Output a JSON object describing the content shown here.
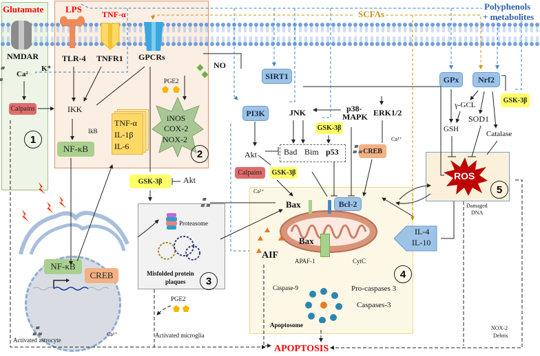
{
  "title": "Neuroinflammation, oxidative stress and apoptosis pathways modulated by polyphenols and SCFAs",
  "ligands": {
    "glutamate": "Glutamate",
    "lps": "LPS",
    "tnf_alpha": "TNF-α",
    "scfas": "SCFAs",
    "polyphenols_line1": "Polyphenols",
    "polyphenols_line2": "+ metabolites"
  },
  "receptors": {
    "nmdar": "NMDAR",
    "tlr4": "TLR-4",
    "tnfr1": "TNFR1",
    "gpcrs": "GPCRs"
  },
  "ions": {
    "k": "K⁺",
    "ca": "Ca²",
    "ca2plus": "Ca²⁺"
  },
  "panel1": {
    "calpains": "Calpains",
    "number": "1"
  },
  "panel2": {
    "ikk": "IKK",
    "ikb": "IkB",
    "nfkb": "NF-κB",
    "cytokines": [
      "TNF-α",
      "IL-1β",
      "IL-6"
    ],
    "enzymes": [
      "iNOS",
      "COX-2",
      "NOX-2"
    ],
    "pge2": "PGE2",
    "number": "2"
  },
  "no_label": "NO",
  "gsk3b": "GSK-3β",
  "akt": "Akt",
  "nucleus": {
    "nfkb": "NF-κB",
    "creb": "CREB"
  },
  "panel3": {
    "proteasome": "Proteasome",
    "plaques_line1": "Misfolded protein",
    "plaques_line2": "plaques",
    "number": "3"
  },
  "astrocyte_label": "Activated astrocyte",
  "microglia_label": "Activated microglia",
  "pge2_bottom": "PGE2",
  "signaling": {
    "sirt1": "SIRT1",
    "pi3k": "PI3K",
    "jnk": "JNK",
    "p38_line1": "p38-",
    "p38_line2": "MAPK",
    "erk": "ERK1/2",
    "akt": "Akt",
    "bad": "Bad",
    "bim": "Bim",
    "p53": "p53",
    "creb": "CREB",
    "calpains": "Calpains",
    "gsk3b": "GSK-3β"
  },
  "antioxidant": {
    "gpx": "GPx",
    "nrf2": "Nrf2",
    "gsk3b": "GSK-3β",
    "ggcl": "γ-GCL",
    "gsh": "GSH",
    "sod1": "SOD1",
    "catalase": "Catalase",
    "ros": "ROS",
    "number": "5",
    "damaged_line1": "Damaged",
    "damaged_line2": "DNA"
  },
  "panel4": {
    "bax_top": "Bax",
    "bcl2": "Bcl-2",
    "bax_mito": "Bax",
    "aif": "AIF",
    "apaf1": "APAF-1",
    "cytc": "CytC",
    "caspase9": "Caspase-9",
    "procaspase3": "Pro-caspases 3",
    "caspase3": "Caspases-3",
    "apoptosome": "Apoptosome",
    "number": "4"
  },
  "il_box": [
    "IL-4",
    "IL-10"
  ],
  "nox2_debris": [
    "NOX-2",
    "Debris"
  ],
  "apoptosis": "APOPTOSIS",
  "colors": {
    "red_text": "#ff0000",
    "scfa_gold": "#c9961a",
    "polyphenol_blue": "#2e5fa8",
    "dashed_blue": "#3d85c6",
    "membrane_blue": "#5b8fd6"
  }
}
